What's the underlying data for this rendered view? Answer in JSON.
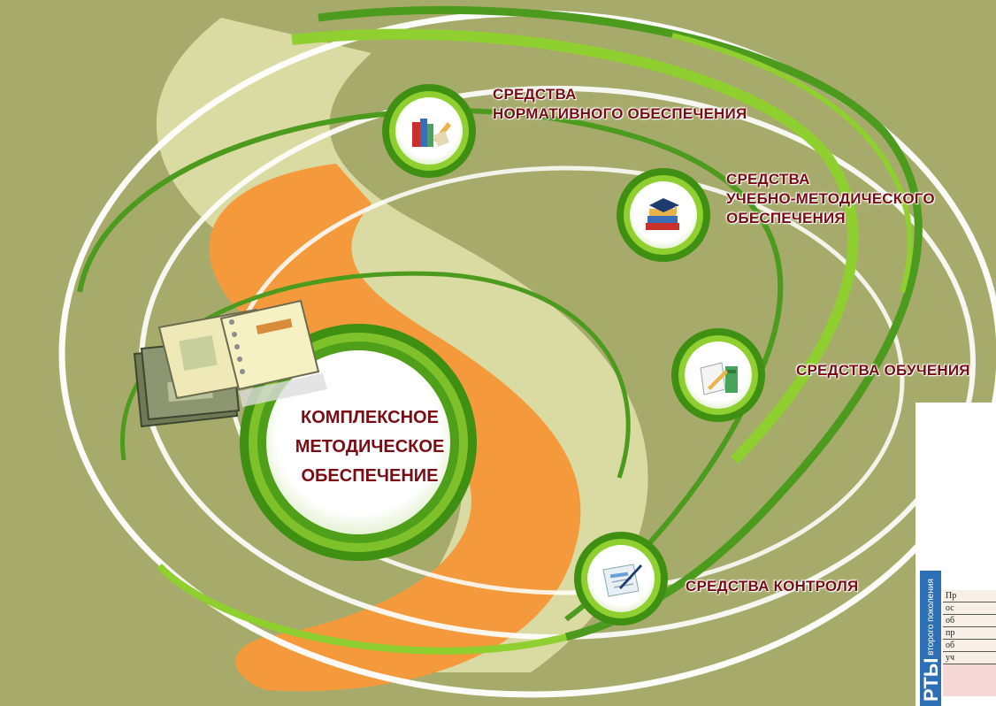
{
  "diagram": {
    "center": {
      "lines": [
        "КОМПЛЕКСНОЕ",
        "МЕТОДИЧЕСКОЕ",
        "ОБЕСПЕЧЕНИЕ"
      ],
      "icon": "open-binders-icon"
    },
    "nodes": [
      {
        "lines": [
          "СРЕДСТВА",
          "НОРМАТИВНОГО ОБЕСПЕЧЕНИЯ"
        ],
        "icon": "books-icon"
      },
      {
        "lines": [
          "СРЕДСТВА",
          "УЧЕБНО-МЕТОДИЧЕСКОГО",
          "ОБЕСПЕЧЕНИЯ"
        ],
        "icon": "graduation-books-icon"
      },
      {
        "lines": [
          "СРЕДСТВА ОБУЧЕНИЯ"
        ],
        "icon": "notebook-pencil-icon"
      },
      {
        "lines": [
          "СРЕДСТВА КОНТРОЛЯ"
        ],
        "icon": "tablet-pen-icon"
      }
    ],
    "colors": {
      "background": "#a6ab6b",
      "label": "#7a0c14",
      "green": "#4c9a1e",
      "light_green": "#8fcf2f",
      "orange": "#f59a3c",
      "cream": "#dfe0a8"
    }
  },
  "overlay": {
    "strip_small": [
      "второго",
      "поколения"
    ],
    "strip_big": "РТЫ",
    "rows": [
      "Пр",
      "ос",
      "об",
      "пр",
      "об",
      "уч"
    ]
  }
}
